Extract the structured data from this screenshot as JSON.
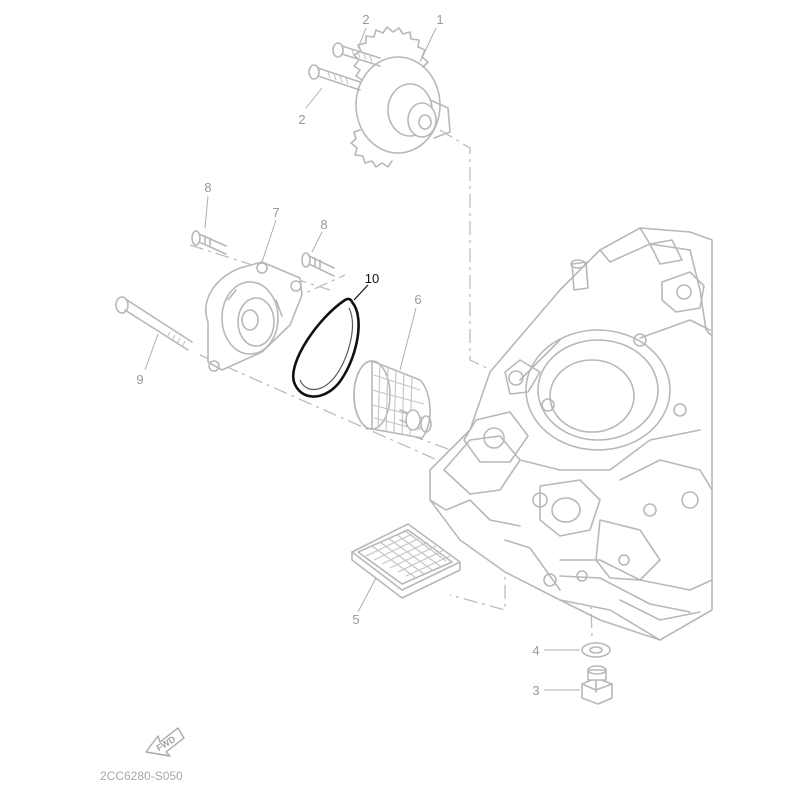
{
  "callouts": {
    "c1": "1",
    "c2a": "2",
    "c2b": "2",
    "c3": "3",
    "c4": "4",
    "c5": "5",
    "c6": "6",
    "c7": "7",
    "c8a": "8",
    "c8b": "8",
    "c9": "9",
    "c10": "10"
  },
  "fwd_label": "FWD",
  "diagram_code": "2CC6280-S050",
  "colors": {
    "faded_lines": "#b8b8b8",
    "highlight": "#111111"
  },
  "icons": {
    "forward_arrow": "fwd-arrow-icon"
  }
}
